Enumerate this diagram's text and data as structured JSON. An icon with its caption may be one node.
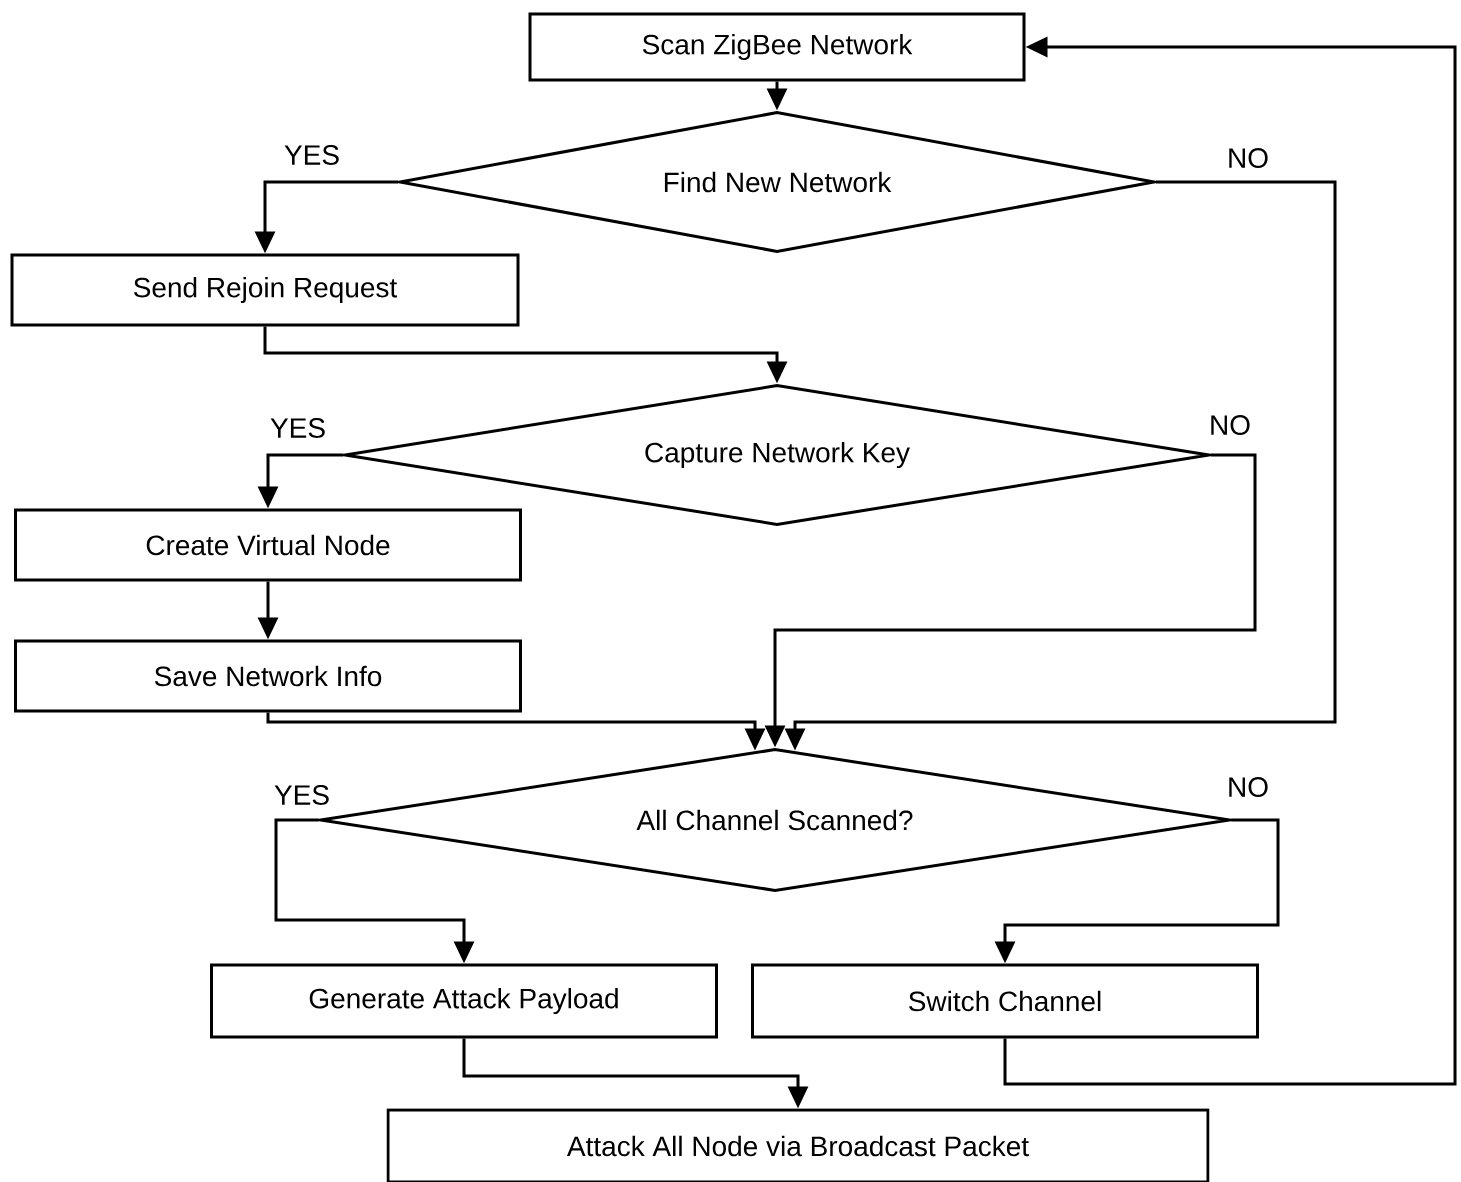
{
  "diagram": {
    "nodes": [
      {
        "text": [
          "Scan ZigBee Network"
        ]
      },
      {
        "text": [
          "Find New Network"
        ]
      },
      {
        "text": [
          "Send Rejoin Request"
        ]
      },
      {
        "text": [
          "Capture Network Key"
        ]
      },
      {
        "text": [
          "Create Virtual Node"
        ]
      },
      {
        "text": [
          "Save Network Info"
        ]
      },
      {
        "text": [
          "All Channel Scanned?"
        ]
      },
      {
        "text": [
          "Generate Attack Payload"
        ]
      },
      {
        "text": [
          "Switch Channel"
        ]
      },
      {
        "text": [
          "Attack All Node via Broadcast Packet"
        ]
      }
    ],
    "edges": [
      {
        "from": 0,
        "to": 1,
        "arrow": "to"
      },
      {
        "from": 1,
        "to": 2,
        "arrow": "to",
        "label": "YES"
      },
      {
        "from": 1,
        "to": 6,
        "arrow": "to",
        "label": "NO"
      },
      {
        "from": 2,
        "to": 3,
        "arrow": "to"
      },
      {
        "from": 3,
        "to": 4,
        "arrow": "to",
        "label": "YES"
      },
      {
        "from": 3,
        "to": 6,
        "arrow": "to",
        "label": "NO"
      },
      {
        "from": 4,
        "to": 5,
        "arrow": "to"
      },
      {
        "from": 5,
        "to": 6,
        "arrow": "to"
      },
      {
        "from": 6,
        "to": 7,
        "arrow": "to",
        "label": "YES"
      },
      {
        "from": 6,
        "to": 8,
        "arrow": "to",
        "label": "NO"
      },
      {
        "from": 7,
        "to": 9,
        "arrow": "to"
      },
      {
        "from": 8,
        "to": 0,
        "arrow": "to"
      }
    ]
  }
}
